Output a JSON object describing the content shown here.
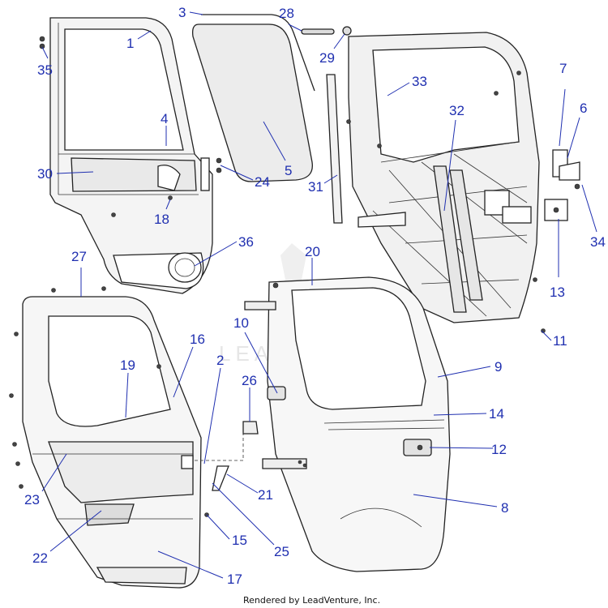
{
  "watermark": "LEADVENTURE",
  "credit": "Rendered by LeadVenture, Inc.",
  "callouts": [
    "1",
    "2",
    "3",
    "4",
    "5",
    "6",
    "7",
    "8",
    "9",
    "10",
    "11",
    "12",
    "13",
    "14",
    "15",
    "16",
    "17",
    "18",
    "19",
    "20",
    "21",
    "22",
    "23",
    "24",
    "25",
    "26",
    "27",
    "28",
    "29",
    "30",
    "31",
    "32",
    "33",
    "34",
    "35",
    "36"
  ],
  "colors": {
    "callout": "#1f2fb0",
    "line": "#222222"
  }
}
